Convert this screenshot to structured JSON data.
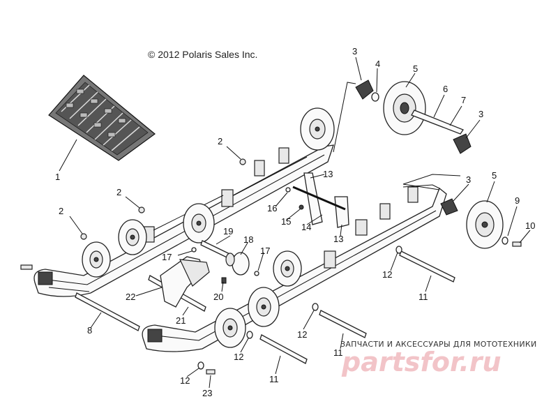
{
  "copyright": "© 2012 Polaris Sales Inc.",
  "watermark": {
    "caption": "ЗАПЧАСТИ И АКСЕССУАРЫ ДЛЯ МОТОТЕХНИКИ",
    "logo": "partsfor.ru"
  },
  "callouts": [
    {
      "id": "c1",
      "text": "1"
    },
    {
      "id": "c2a",
      "text": "2"
    },
    {
      "id": "c2b",
      "text": "2"
    },
    {
      "id": "c2c",
      "text": "2"
    },
    {
      "id": "c3a",
      "text": "3"
    },
    {
      "id": "c3b",
      "text": "3"
    },
    {
      "id": "c3c",
      "text": "3"
    },
    {
      "id": "c4",
      "text": "4"
    },
    {
      "id": "c5a",
      "text": "5"
    },
    {
      "id": "c5b",
      "text": "5"
    },
    {
      "id": "c6",
      "text": "6"
    },
    {
      "id": "c7",
      "text": "7"
    },
    {
      "id": "c8",
      "text": "8"
    },
    {
      "id": "c9",
      "text": "9"
    },
    {
      "id": "c10",
      "text": "10"
    },
    {
      "id": "c11a",
      "text": "11"
    },
    {
      "id": "c11b",
      "text": "11"
    },
    {
      "id": "c11c",
      "text": "11"
    },
    {
      "id": "c12a",
      "text": "12"
    },
    {
      "id": "c12b",
      "text": "12"
    },
    {
      "id": "c12c",
      "text": "12"
    },
    {
      "id": "c12d",
      "text": "12"
    },
    {
      "id": "c13a",
      "text": "13"
    },
    {
      "id": "c13b",
      "text": "13"
    },
    {
      "id": "c14",
      "text": "14"
    },
    {
      "id": "c15",
      "text": "15"
    },
    {
      "id": "c16",
      "text": "16"
    },
    {
      "id": "c17a",
      "text": "17"
    },
    {
      "id": "c17b",
      "text": "17"
    },
    {
      "id": "c18",
      "text": "18"
    },
    {
      "id": "c19",
      "text": "19"
    },
    {
      "id": "c20",
      "text": "20"
    },
    {
      "id": "c21",
      "text": "21"
    },
    {
      "id": "c22",
      "text": "22"
    },
    {
      "id": "c23",
      "text": "23"
    }
  ]
}
